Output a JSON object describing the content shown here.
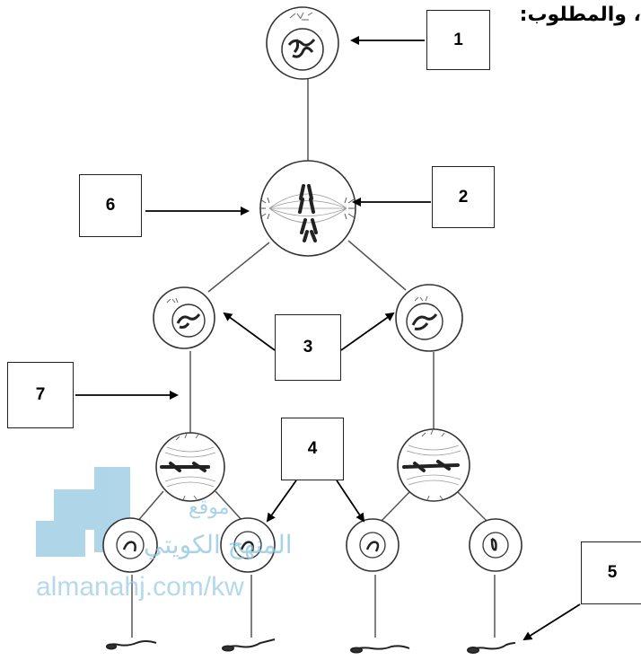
{
  "header_text": "، والمطلوب:",
  "labels": [
    "1",
    "2",
    "3",
    "4",
    "5",
    "6",
    "7"
  ],
  "watermark": {
    "arabic_line1": "موقع",
    "arabic_line2": "المنهج الكويتي",
    "url": "almanahj.com/kw",
    "color": "#4aa3cf"
  }
}
